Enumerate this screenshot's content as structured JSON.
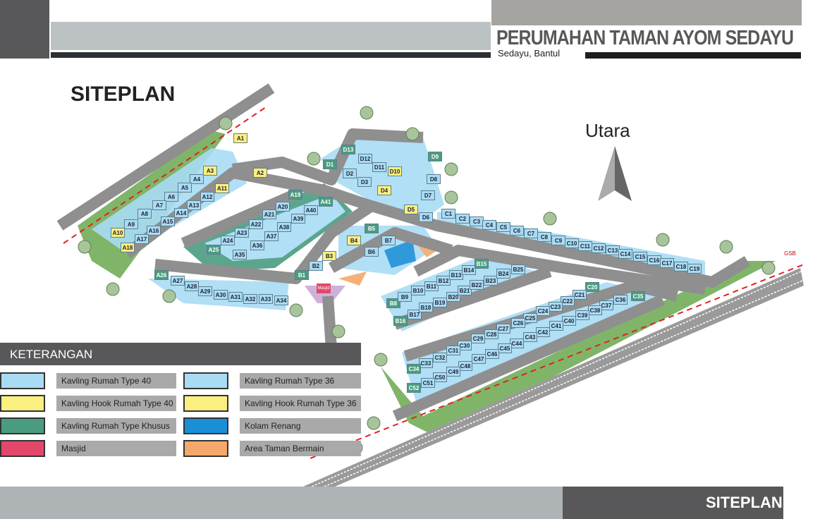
{
  "header": {
    "title": "PERUMAHAN TAMAN AYOM SEDAYU",
    "subtitle": "Sedayu, Bantul"
  },
  "map_title": "SITEPLAN",
  "north_label": "Utara",
  "masjid_label": "Masjid",
  "gsb_label": "GSB",
  "colors": {
    "type40": "#a9dcf4",
    "hook": "#fbef7f",
    "khusus": "#4a9c80",
    "pool": "#1a8fd6",
    "masjid": "#e2486a",
    "park": "#f4a86a",
    "road": "#8f8f8f",
    "green": "#6aa84f"
  },
  "lots": [
    {
      "id": "A1",
      "t": "hook"
    },
    {
      "id": "A2",
      "t": "hook"
    },
    {
      "id": "A3",
      "t": "hook"
    },
    {
      "id": "A4",
      "t": "type40"
    },
    {
      "id": "A5",
      "t": "type40"
    },
    {
      "id": "A6",
      "t": "type40"
    },
    {
      "id": "A7",
      "t": "type40"
    },
    {
      "id": "A8",
      "t": "type40"
    },
    {
      "id": "A9",
      "t": "type40"
    },
    {
      "id": "A10",
      "t": "hook"
    },
    {
      "id": "A11",
      "t": "hook"
    },
    {
      "id": "A12",
      "t": "type40"
    },
    {
      "id": "A13",
      "t": "type40"
    },
    {
      "id": "A14",
      "t": "type40"
    },
    {
      "id": "A15",
      "t": "type40"
    },
    {
      "id": "A16",
      "t": "type40"
    },
    {
      "id": "A17",
      "t": "type40"
    },
    {
      "id": "A18",
      "t": "hook"
    },
    {
      "id": "A19",
      "t": "khusus"
    },
    {
      "id": "A20",
      "t": "type40"
    },
    {
      "id": "A21",
      "t": "type40"
    },
    {
      "id": "A22",
      "t": "type40"
    },
    {
      "id": "A23",
      "t": "type40"
    },
    {
      "id": "A24",
      "t": "type40"
    },
    {
      "id": "A25",
      "t": "khusus"
    },
    {
      "id": "A26",
      "t": "khusus"
    },
    {
      "id": "A27",
      "t": "type40"
    },
    {
      "id": "A28",
      "t": "type40"
    },
    {
      "id": "A29",
      "t": "type40"
    },
    {
      "id": "A30",
      "t": "type40"
    },
    {
      "id": "A31",
      "t": "type40"
    },
    {
      "id": "A32",
      "t": "type40"
    },
    {
      "id": "A33",
      "t": "type40"
    },
    {
      "id": "A34",
      "t": "type40"
    },
    {
      "id": "A35",
      "t": "type40"
    },
    {
      "id": "A36",
      "t": "type40"
    },
    {
      "id": "A37",
      "t": "type40"
    },
    {
      "id": "A38",
      "t": "type40"
    },
    {
      "id": "A39",
      "t": "type40"
    },
    {
      "id": "A40",
      "t": "type40"
    },
    {
      "id": "A41",
      "t": "khusus"
    },
    {
      "id": "D1",
      "t": "khusus"
    },
    {
      "id": "D2",
      "t": "type40"
    },
    {
      "id": "D3",
      "t": "type40"
    },
    {
      "id": "D4",
      "t": "hook"
    },
    {
      "id": "D5",
      "t": "hook"
    },
    {
      "id": "D6",
      "t": "type40"
    },
    {
      "id": "D7",
      "t": "type40"
    },
    {
      "id": "D8",
      "t": "type40"
    },
    {
      "id": "D9",
      "t": "khusus"
    },
    {
      "id": "D10",
      "t": "hook"
    },
    {
      "id": "D11",
      "t": "type40"
    },
    {
      "id": "D12",
      "t": "type40"
    },
    {
      "id": "D13",
      "t": "khusus"
    },
    {
      "id": "C1",
      "t": "type36"
    },
    {
      "id": "C2",
      "t": "type36"
    },
    {
      "id": "C3",
      "t": "type36"
    },
    {
      "id": "C4",
      "t": "type36"
    },
    {
      "id": "C5",
      "t": "type36"
    },
    {
      "id": "C6",
      "t": "type36"
    },
    {
      "id": "C7",
      "t": "type36"
    },
    {
      "id": "C8",
      "t": "type36"
    },
    {
      "id": "C9",
      "t": "type36"
    },
    {
      "id": "C10",
      "t": "type36"
    },
    {
      "id": "C11",
      "t": "type36"
    },
    {
      "id": "C12",
      "t": "type36"
    },
    {
      "id": "C13",
      "t": "type36"
    },
    {
      "id": "C14",
      "t": "type36"
    },
    {
      "id": "C15",
      "t": "type36"
    },
    {
      "id": "C16",
      "t": "type36"
    },
    {
      "id": "C17",
      "t": "type36"
    },
    {
      "id": "C18",
      "t": "type36"
    },
    {
      "id": "C19",
      "t": "type36"
    },
    {
      "id": "B1",
      "t": "khusus"
    },
    {
      "id": "B2",
      "t": "type40"
    },
    {
      "id": "B3",
      "t": "hook"
    },
    {
      "id": "B4",
      "t": "hook"
    },
    {
      "id": "B5",
      "t": "khusus"
    },
    {
      "id": "B6",
      "t": "type40"
    },
    {
      "id": "B7",
      "t": "type40"
    },
    {
      "id": "B8",
      "t": "khusus"
    },
    {
      "id": "B9",
      "t": "type36"
    },
    {
      "id": "B10",
      "t": "type36"
    },
    {
      "id": "B11",
      "t": "type36"
    },
    {
      "id": "B12",
      "t": "type36"
    },
    {
      "id": "B13",
      "t": "type36"
    },
    {
      "id": "B14",
      "t": "type36"
    },
    {
      "id": "B15",
      "t": "khusus"
    },
    {
      "id": "B16",
      "t": "khusus"
    },
    {
      "id": "B17",
      "t": "type36"
    },
    {
      "id": "B18",
      "t": "type36"
    },
    {
      "id": "B19",
      "t": "type36"
    },
    {
      "id": "B20",
      "t": "type36"
    },
    {
      "id": "B21",
      "t": "type36"
    },
    {
      "id": "B22",
      "t": "type36"
    },
    {
      "id": "B23",
      "t": "type36"
    },
    {
      "id": "B24",
      "t": "type36"
    },
    {
      "id": "B25",
      "t": "type36"
    },
    {
      "id": "C20",
      "t": "khusus"
    },
    {
      "id": "C21",
      "t": "type36"
    },
    {
      "id": "C22",
      "t": "type36"
    },
    {
      "id": "C23",
      "t": "type36"
    },
    {
      "id": "C24",
      "t": "type36"
    },
    {
      "id": "C25",
      "t": "type36"
    },
    {
      "id": "C26",
      "t": "type36"
    },
    {
      "id": "C27",
      "t": "type36"
    },
    {
      "id": "C28",
      "t": "type36"
    },
    {
      "id": "C29",
      "t": "type36"
    },
    {
      "id": "C30",
      "t": "type36"
    },
    {
      "id": "C31",
      "t": "type36"
    },
    {
      "id": "C32",
      "t": "type36"
    },
    {
      "id": "C33",
      "t": "type36"
    },
    {
      "id": "C34",
      "t": "khusus"
    },
    {
      "id": "C35",
      "t": "khusus"
    },
    {
      "id": "C36",
      "t": "type36"
    },
    {
      "id": "C37",
      "t": "type36"
    },
    {
      "id": "C38",
      "t": "type36"
    },
    {
      "id": "C39",
      "t": "type36"
    },
    {
      "id": "C40",
      "t": "type36"
    },
    {
      "id": "C41",
      "t": "type36"
    },
    {
      "id": "C42",
      "t": "type36"
    },
    {
      "id": "C43",
      "t": "type36"
    },
    {
      "id": "C44",
      "t": "type36"
    },
    {
      "id": "C45",
      "t": "type36"
    },
    {
      "id": "C46",
      "t": "type36"
    },
    {
      "id": "C47",
      "t": "type36"
    },
    {
      "id": "C48",
      "t": "type36"
    },
    {
      "id": "C49",
      "t": "type36"
    },
    {
      "id": "C50",
      "t": "type36"
    },
    {
      "id": "C51",
      "t": "type36"
    },
    {
      "id": "C52",
      "t": "khusus"
    }
  ],
  "legend": {
    "title": "KETERANGAN",
    "items": [
      {
        "label": "Kavling Rumah Type 40",
        "color": "#a9dcf4"
      },
      {
        "label": "Kavling Rumah Type 36",
        "color": "#a9dcf4"
      },
      {
        "label": "Kavling Hook Rumah Type 40",
        "color": "#fbef7f"
      },
      {
        "label": "Kavling Hook Rumah Type 36",
        "color": "#fbef7f"
      },
      {
        "label": "Kavling Rumah Type Khusus",
        "color": "#4a9c80"
      },
      {
        "label": "Kolam Renang",
        "color": "#1a8fd6"
      },
      {
        "label": "Masjid",
        "color": "#e2486a"
      },
      {
        "label": "Area Taman Bermain",
        "color": "#f4a86a"
      }
    ]
  },
  "footer": {
    "label": "SITEPLAN"
  }
}
